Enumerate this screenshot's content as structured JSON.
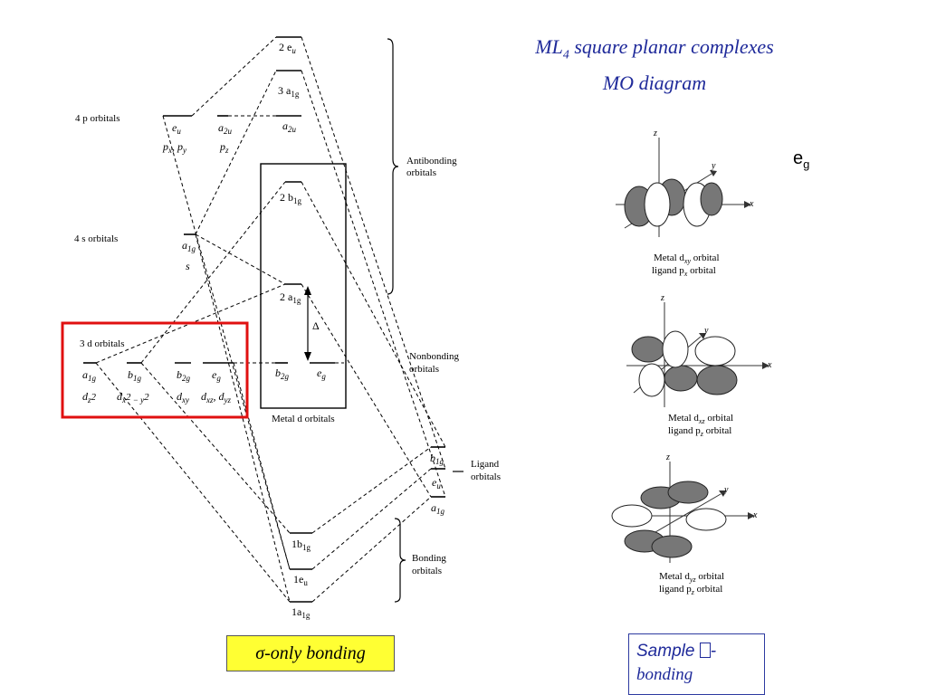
{
  "title": {
    "line1_main": "ML",
    "line1_sub": "4",
    "line1_rest": " square planar complexes",
    "line2": "MO diagram"
  },
  "eg_label": {
    "main": "e",
    "sub": "g"
  },
  "sigma_box": {
    "symbol": "σ",
    "text": "-only bonding"
  },
  "pi_box": {
    "text1": "Sample ",
    "text2": "-",
    "text3": "bonding"
  },
  "metal_labels": {
    "p4": "4 p orbitals",
    "s4": "4 s orbitals",
    "d3": "3 d orbitals"
  },
  "orbital_labels": {
    "eu": "e",
    "eu_sub": "u",
    "pxpy": "p",
    "a2u": "a",
    "a2u_sub": "2u",
    "pz": "p",
    "a1g_s": "a",
    "s": "s",
    "d_a1g": "a",
    "d_b1g": "b",
    "d_b2g": "b",
    "d_eg": "e",
    "dz2": "d",
    "dx2y2": "d",
    "dxy": "d",
    "dxzyz": "d"
  },
  "mo_labels": {
    "u2eu": "2 e",
    "u3a1g": "3 a",
    "a2u_r": "a",
    "u2b1g": "2 b",
    "u2a1g": "2 a",
    "b2g_c": "b",
    "eg_c": "e",
    "b1g_l": "b",
    "eu_l": "e",
    "a1g_l": "a",
    "b1_1": "1b",
    "e_1": "1e",
    "a_1": "1a",
    "delta": "Δ",
    "metal_d": "Metal d orbitals"
  },
  "side_labels": {
    "antibonding1": "Antibonding",
    "antibonding2": "orbitals",
    "nonbonding1": "Nonbonding",
    "nonbonding2": "orbitals",
    "ligand1": "Ligand",
    "ligand2": "orbitals",
    "bonding1": "Bonding",
    "bonding2": "orbitals"
  },
  "captions": {
    "c1a": "Metal d",
    "c1a_sub": "xy",
    "c1a_rest": " orbital",
    "c1b": "ligand p",
    "c1b_sub": "x",
    "c1b_rest": " orbital",
    "c2a": "Metal d",
    "c2a_sub": "xz",
    "c2a_rest": " orbital",
    "c2b": "ligand p",
    "c2b_sub": "z",
    "c2b_rest": " orbital",
    "c3a": "Metal d",
    "c3a_sub": "yz",
    "c3a_rest": " orbital",
    "c3b": "ligand p",
    "c3b_sub": "z",
    "c3b_rest": " orbital"
  },
  "axis": {
    "x": "x",
    "y": "y",
    "z": "z"
  },
  "colors": {
    "title": "#1f2a9a",
    "highlight_box": "#e01010",
    "sigma_bg": "#ffff33",
    "lobe_fill": "#777777"
  }
}
